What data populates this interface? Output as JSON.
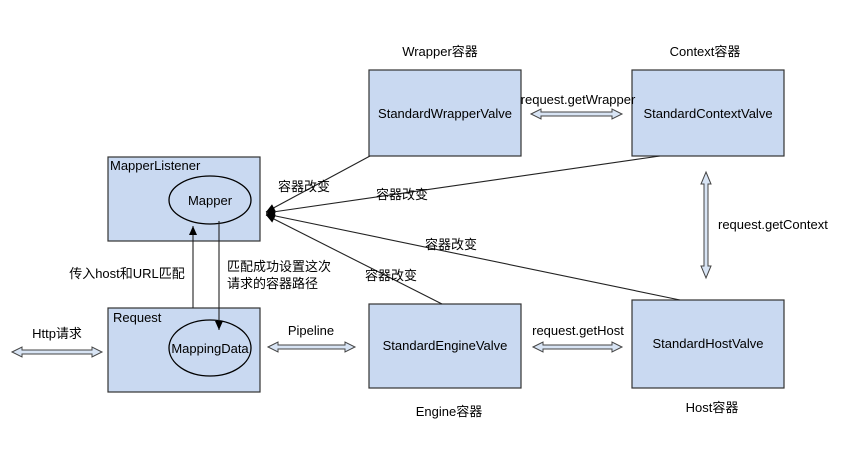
{
  "containers": {
    "wrapper_title": "Wrapper容器",
    "context_title": "Context容器",
    "engine_title": "Engine容器",
    "host_title": "Host容器"
  },
  "boxes": {
    "wrapper_valve": "StandardWrapperValve",
    "context_valve": "StandardContextValve",
    "engine_valve": "StandardEngineValve",
    "host_valve": "StandardHostValve",
    "mapper_listener": "MapperListener",
    "mapper": "Mapper",
    "request": "Request",
    "mapping_data": "MappingData"
  },
  "labels": {
    "get_wrapper": "request.getWrapper",
    "get_context": "request.getContext",
    "get_host": "request.getHost",
    "pipeline": "Pipeline",
    "http_request": "Http请求",
    "pass_host_url": "传入host和URL匹配",
    "match_success_line1": "匹配成功设置这次",
    "match_success_line2": "请求的容器路径",
    "change_wrapper": "容器改变",
    "change_context": "容器改变",
    "change_host": "容器改变",
    "change_engine": "容器改变"
  }
}
